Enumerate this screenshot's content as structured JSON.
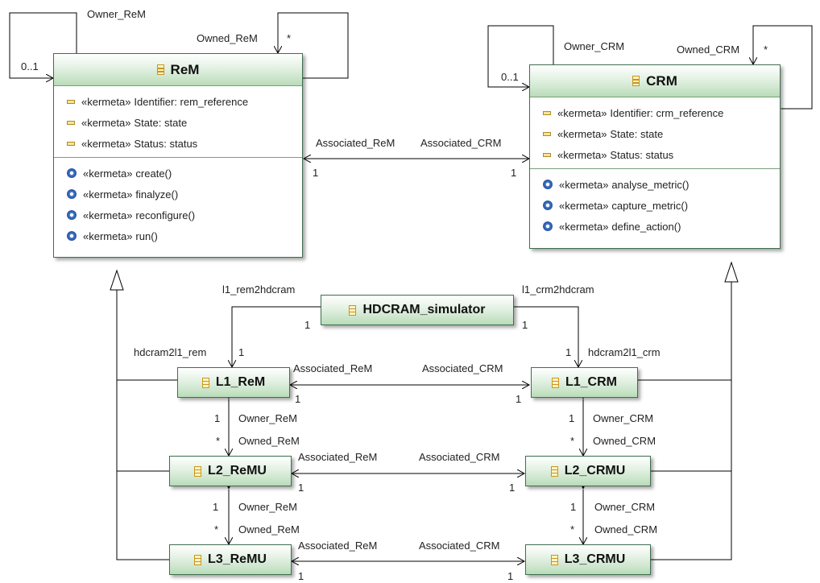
{
  "classes": {
    "rem": {
      "name": "ReM",
      "attributes": [
        {
          "stereotype": "«kermeta»",
          "text": "Identifier: rem_reference"
        },
        {
          "stereotype": "«kermeta»",
          "text": "State: state"
        },
        {
          "stereotype": "«kermeta»",
          "text": "Status: status"
        }
      ],
      "operations": [
        {
          "stereotype": "«kermeta»",
          "text": "create()"
        },
        {
          "stereotype": "«kermeta»",
          "text": "finalyze()"
        },
        {
          "stereotype": "«kermeta»",
          "text": "reconfigure()"
        },
        {
          "stereotype": "«kermeta»",
          "text": "run()"
        }
      ]
    },
    "crm": {
      "name": "CRM",
      "attributes": [
        {
          "stereotype": "«kermeta»",
          "text": "Identifier: crm_reference"
        },
        {
          "stereotype": "«kermeta»",
          "text": "State: state"
        },
        {
          "stereotype": "«kermeta»",
          "text": "Status: status"
        }
      ],
      "operations": [
        {
          "stereotype": "«kermeta»",
          "text": "analyse_metric()"
        },
        {
          "stereotype": "«kermeta»",
          "text": "capture_metric()"
        },
        {
          "stereotype": "«kermeta»",
          "text": "define_action()"
        }
      ]
    },
    "hdcram": {
      "name": "HDCRAM_simulator"
    },
    "l1_rem": {
      "name": "L1_ReM"
    },
    "l1_crm": {
      "name": "L1_CRM"
    },
    "l2_remu": {
      "name": "L2_ReMU"
    },
    "l2_crmu": {
      "name": "L2_CRMU"
    },
    "l3_remu": {
      "name": "L3_ReMU"
    },
    "l3_crmu": {
      "name": "L3_CRMU"
    }
  },
  "labels": {
    "owner_rem": "Owner_ReM",
    "owned_rem": "Owned_ReM",
    "owner_crm": "Owner_CRM",
    "owned_crm": "Owned_CRM",
    "associated_rem": "Associated_ReM",
    "associated_crm": "Associated_CRM",
    "l1_rem2hdcram": "l1_rem2hdcram",
    "l1_crm2hdcram": "l1_crm2hdcram",
    "hdcram2l1_rem": "hdcram2l1_rem",
    "hdcram2l1_crm": "hdcram2l1_crm",
    "mult_zero_one": "0..1",
    "mult_one": "1",
    "mult_many": "*"
  },
  "colors": {
    "class_border": "#3f6f4f",
    "header_gradient_bottom": "#b9dcb9",
    "line": "#000000"
  }
}
